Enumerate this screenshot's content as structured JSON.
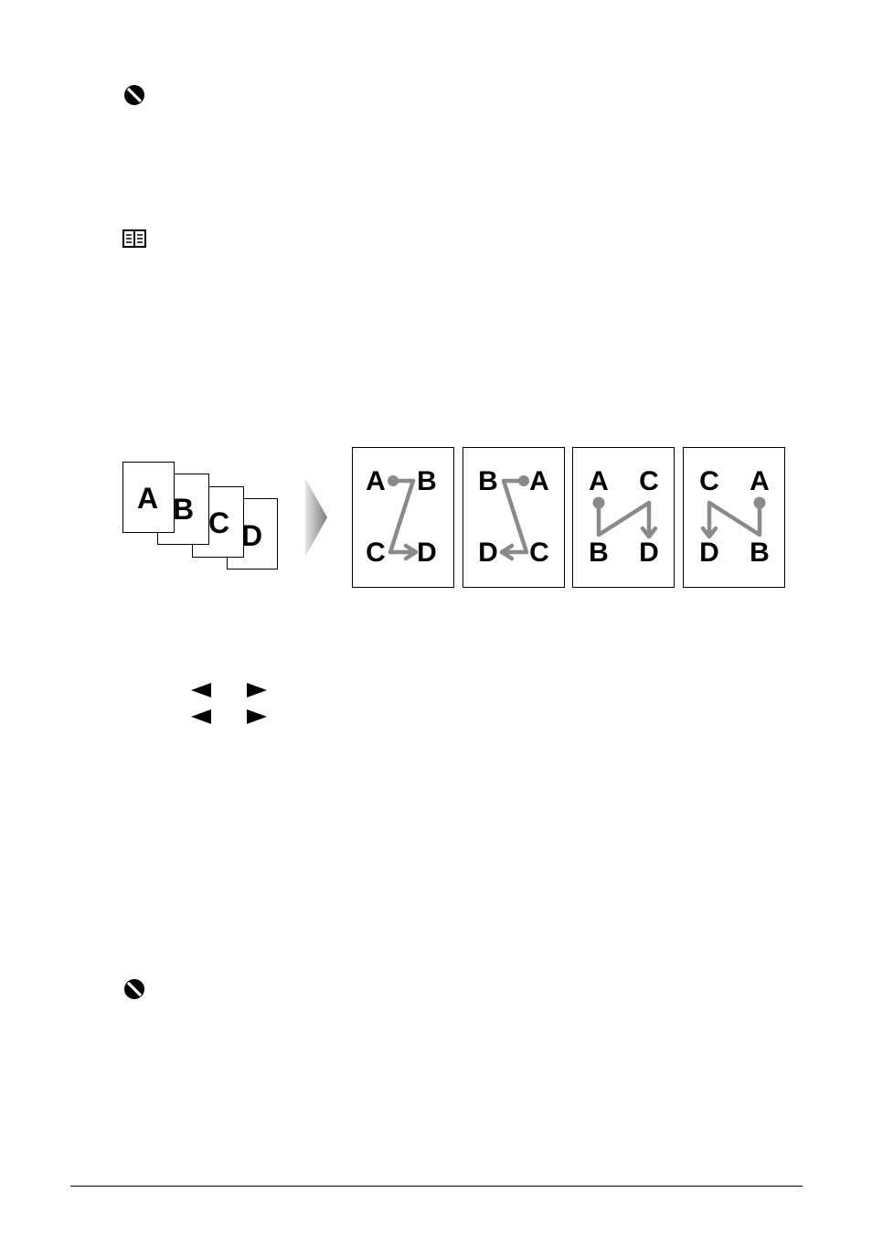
{
  "icons": {
    "important_icon": "no-entry-icon",
    "note_icon": "open-book-icon",
    "arrow_icon": "chevron-right-icon",
    "left_triangle": "triangle-left-icon",
    "right_triangle": "triangle-right-icon"
  },
  "source_pages": {
    "page_a": "A",
    "page_b": "B",
    "page_c": "C",
    "page_d": "D"
  },
  "layouts": [
    {
      "tl": "A",
      "tr": "B",
      "bl": "C",
      "br": "D"
    },
    {
      "tl": "B",
      "tr": "A",
      "bl": "D",
      "br": "C"
    },
    {
      "tl": "A",
      "tr": "C",
      "bl": "B",
      "br": "D"
    },
    {
      "tl": "C",
      "tr": "A",
      "bl": "D",
      "br": "B"
    }
  ],
  "colors": {
    "path_gray": "#8a8a8a",
    "arrow_gradient_dark": "#7a7a7a",
    "arrow_gradient_light": "#e6e6e6"
  }
}
